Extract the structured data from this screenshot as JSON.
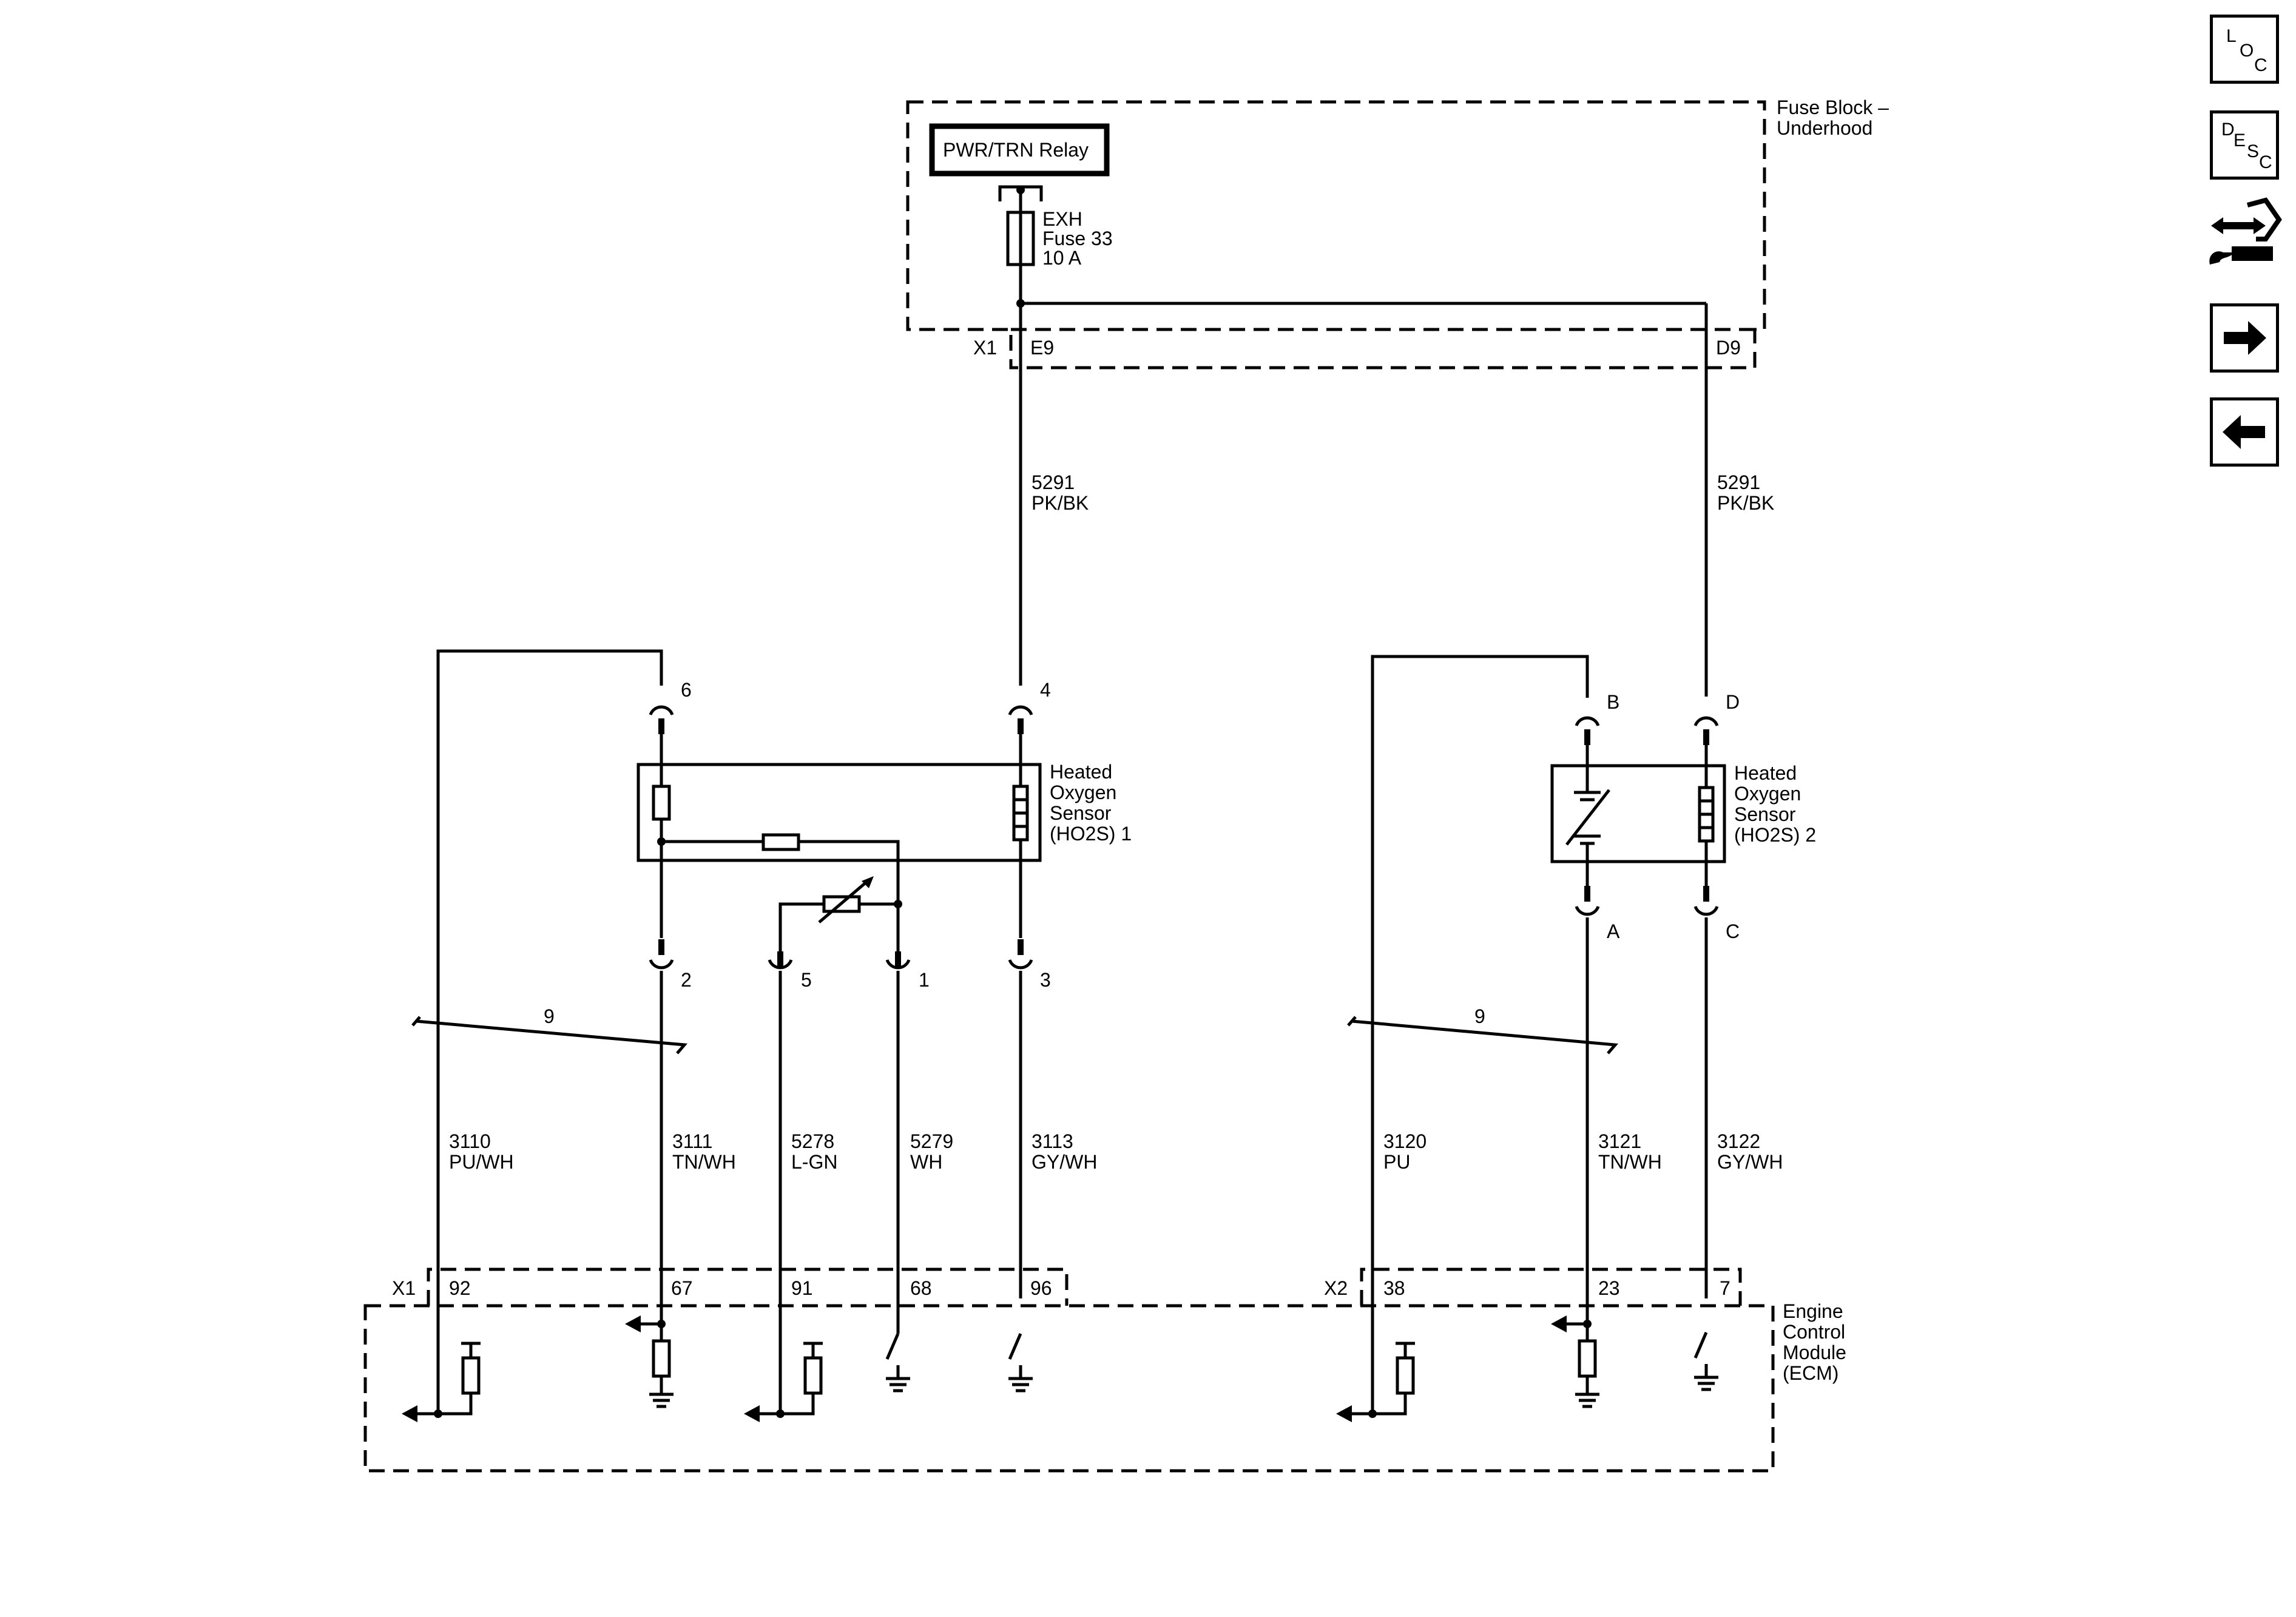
{
  "fuse_block": {
    "title_line1": "Fuse Block –",
    "title_line2": "Underhood",
    "relay": "PWR/TRN Relay",
    "fuse_line1": "EXH",
    "fuse_line2": "Fuse 33",
    "fuse_line3": "10 A",
    "connector": "X1",
    "pin_left": "E9",
    "pin_right": "D9"
  },
  "supply_wires": {
    "left_circuit": "5291",
    "left_color": "PK/BK",
    "right_circuit": "5291",
    "right_color": "PK/BK"
  },
  "sensor1": {
    "line1": "Heated",
    "line2": "Oxygen",
    "line3": "Sensor",
    "line4": "(HO2S) 1",
    "pin_top_left": "6",
    "pin_top_right": "4",
    "pin_bottom": [
      "2",
      "5",
      "1",
      "3"
    ]
  },
  "sensor2": {
    "line1": "Heated",
    "line2": "Oxygen",
    "line3": "Sensor",
    "line4": "(HO2S) 2",
    "pin_top_left": "B",
    "pin_top_right": "D",
    "pin_bottom_left": "A",
    "pin_bottom_right": "C"
  },
  "shield_labels": [
    "9",
    "9"
  ],
  "wires_bank1": [
    {
      "circuit": "3110",
      "color": "PU/WH"
    },
    {
      "circuit": "3111",
      "color": "TN/WH"
    },
    {
      "circuit": "5278",
      "color": "L-GN"
    },
    {
      "circuit": "5279",
      "color": "WH"
    },
    {
      "circuit": "3113",
      "color": "GY/WH"
    }
  ],
  "wires_bank2": [
    {
      "circuit": "3120",
      "color": "PU"
    },
    {
      "circuit": "3121",
      "color": "TN/WH"
    },
    {
      "circuit": "3122",
      "color": "GY/WH"
    }
  ],
  "ecm": {
    "line1": "Engine",
    "line2": "Control",
    "line3": "Module",
    "line4": "(ECM)",
    "connector1": "X1",
    "connector1_pins": [
      "92",
      "67",
      "91",
      "68",
      "96"
    ],
    "connector2": "X2",
    "connector2_pins": [
      "38",
      "23",
      "7"
    ]
  },
  "nav": {
    "loc_letters": [
      "L",
      "O",
      "C"
    ],
    "desc_letters": [
      "D",
      "E",
      "S",
      "C"
    ],
    "icons": [
      "loc-icon",
      "desc-icon",
      "repair-icon",
      "next-arrow-icon",
      "back-arrow-icon"
    ]
  }
}
